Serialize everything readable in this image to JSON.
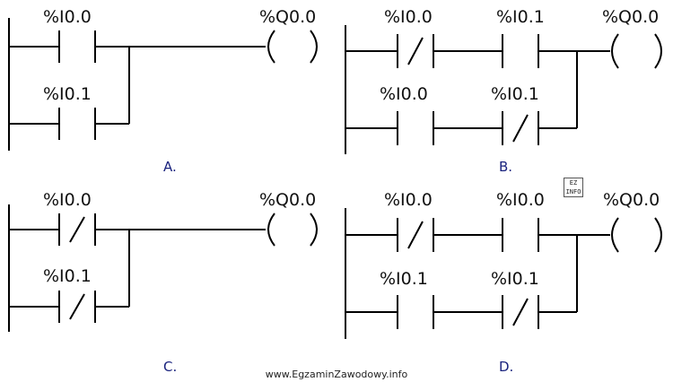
{
  "diagrams": [
    {
      "option_label": "A.",
      "output_label": "%Q0.0",
      "rungs": [
        {
          "branch": "top",
          "contacts": [
            {
              "label": "%I0.0",
              "type": "NO"
            }
          ]
        },
        {
          "branch": "bottom",
          "contacts": [
            {
              "label": "%I0.1",
              "type": "NO"
            }
          ]
        }
      ]
    },
    {
      "option_label": "B.",
      "output_label": "%Q0.0",
      "rungs": [
        {
          "branch": "top",
          "contacts": [
            {
              "label": "%I0.0",
              "type": "NC"
            },
            {
              "label": "%I0.1",
              "type": "NO"
            }
          ]
        },
        {
          "branch": "bottom",
          "contacts": [
            {
              "label": "%I0.0",
              "type": "NO"
            },
            {
              "label": "%I0.1",
              "type": "NC"
            }
          ]
        }
      ]
    },
    {
      "option_label": "C.",
      "output_label": "%Q0.0",
      "rungs": [
        {
          "branch": "top",
          "contacts": [
            {
              "label": "%I0.0",
              "type": "NC"
            }
          ]
        },
        {
          "branch": "bottom",
          "contacts": [
            {
              "label": "%I0.1",
              "type": "NC"
            }
          ]
        }
      ]
    },
    {
      "option_label": "D.",
      "output_label": "%Q0.0",
      "rungs": [
        {
          "branch": "top",
          "contacts": [
            {
              "label": "%I0.0",
              "type": "NC"
            },
            {
              "label": "%I0.0",
              "type": "NO"
            }
          ]
        },
        {
          "branch": "bottom",
          "contacts": [
            {
              "label": "%I0.1",
              "type": "NO"
            },
            {
              "label": "%I0.1",
              "type": "NC"
            }
          ]
        }
      ]
    }
  ],
  "watermark": "www.EgzaminZawodowy.info",
  "badge": {
    "line1": "EZ",
    "line2": "INFO"
  }
}
